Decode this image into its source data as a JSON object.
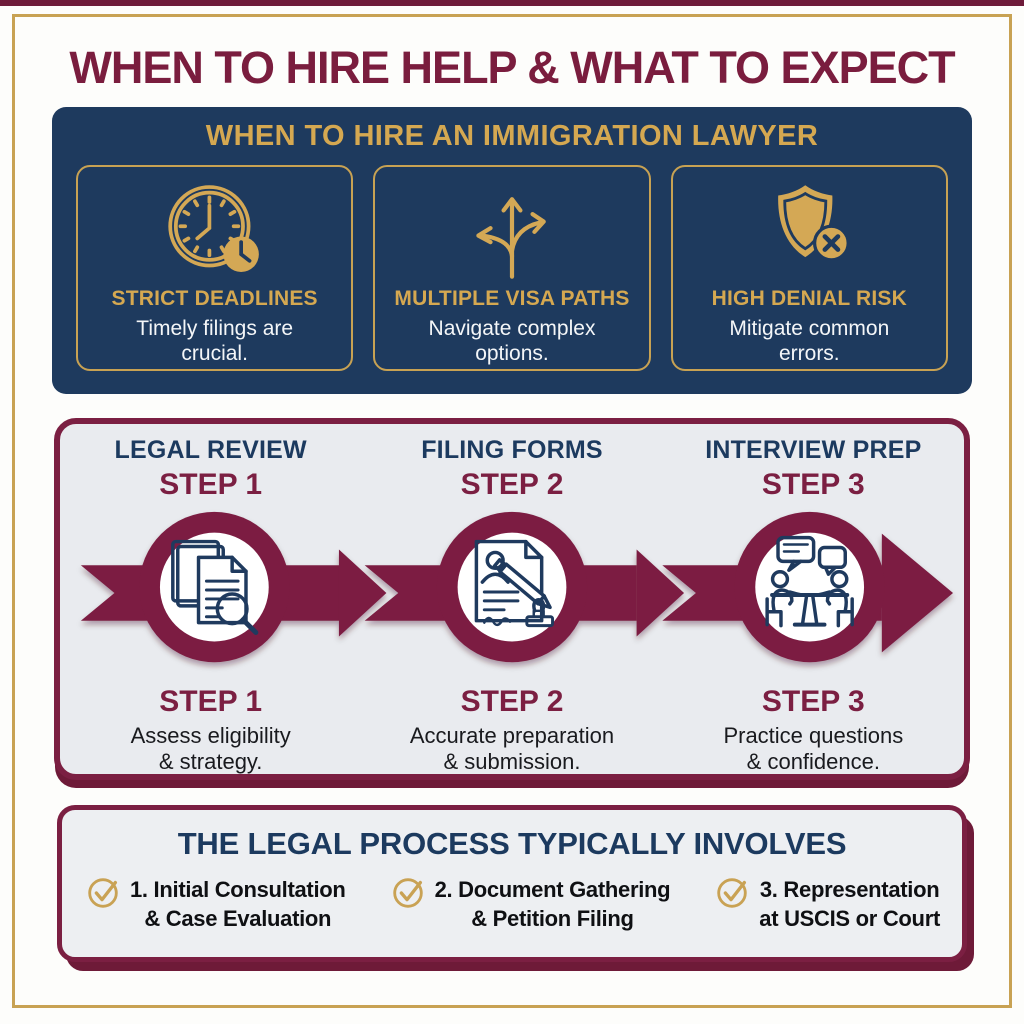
{
  "page": {
    "title": "WHEN TO HIRE HELP & WHAT TO EXPECT"
  },
  "colors": {
    "maroon": "#7b1f42",
    "maroon_dark": "#6e1a38",
    "navy": "#1e3a5e",
    "gold": "#c8a253",
    "gold_text": "#d5a851",
    "panel_bg": "#e9ebef",
    "white": "#ffffff"
  },
  "hire_section": {
    "title": "WHEN TO HIRE AN IMMIGRATION LAWYER",
    "cards": [
      {
        "icon": "clock-deadline-icon",
        "title": "STRICT DEADLINES",
        "body": "Timely filings are\ncrucial."
      },
      {
        "icon": "branching-paths-icon",
        "title": "MULTIPLE VISA PATHS",
        "body": "Navigate complex\noptions."
      },
      {
        "icon": "shield-denial-icon",
        "title": "HIGH DENIAL RISK",
        "body": "Mitigate common\nerrors."
      }
    ]
  },
  "process_section": {
    "steps": [
      {
        "icon": "document-review-icon",
        "category": "LEGAL REVIEW",
        "step_top": "STEP 1",
        "step_bottom": "STEP 1",
        "description": "Assess eligibility\n& strategy."
      },
      {
        "icon": "form-signing-icon",
        "category": "FILING FORMS",
        "step_top": "STEP 2",
        "step_bottom": "STEP 2",
        "description": "Accurate preparation\n& submission."
      },
      {
        "icon": "interview-icon",
        "category": "INTERVIEW PREP",
        "step_top": "STEP 3",
        "step_bottom": "STEP 3",
        "description": "Practice questions\n& confidence."
      }
    ]
  },
  "legal_process_section": {
    "title": "THE LEGAL PROCESS TYPICALLY INVOLVES",
    "items": [
      {
        "icon": "check-circle-icon",
        "line1": "1. Initial Consultation",
        "line2": "& Case Evaluation"
      },
      {
        "icon": "check-circle-icon",
        "line1": "2. Document Gathering",
        "line2": "& Petition Filing"
      },
      {
        "icon": "check-circle-icon",
        "line1": "3. Representation",
        "line2": "at USCIS or Court"
      }
    ]
  }
}
